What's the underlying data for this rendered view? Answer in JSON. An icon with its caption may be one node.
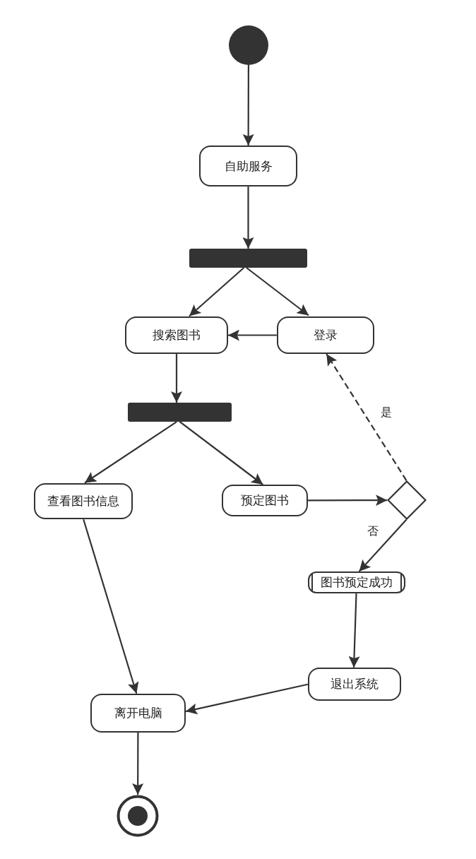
{
  "diagram": {
    "nodes": [
      {
        "text": [],
        "shape": "circle"
      },
      {
        "text": [
          "自助服务"
        ]
      },
      {
        "text": [],
        "shape": "bar"
      },
      {
        "text": [
          "搜索图书"
        ]
      },
      {
        "text": [
          "登录"
        ]
      },
      {
        "text": [],
        "shape": "bar"
      },
      {
        "text": [
          "查看图书信息"
        ]
      },
      {
        "text": [
          "预定图书"
        ]
      },
      {
        "text": [],
        "shape": "diamond"
      },
      {
        "text": [
          "图书预定成功"
        ]
      },
      {
        "text": [
          "退出系统"
        ]
      },
      {
        "text": [
          "离开电脑"
        ]
      },
      {
        "text": [],
        "shape": "circle"
      }
    ],
    "edges": [
      {
        "from": 0,
        "to": 1,
        "arrow": "to"
      },
      {
        "from": 1,
        "to": 2,
        "arrow": "to"
      },
      {
        "from": 2,
        "to": 3,
        "arrow": "to"
      },
      {
        "from": 2,
        "to": 4,
        "arrow": "to"
      },
      {
        "from": 4,
        "to": 3,
        "arrow": "to"
      },
      {
        "from": 3,
        "to": 5,
        "arrow": "to"
      },
      {
        "from": 5,
        "to": 6,
        "arrow": "to"
      },
      {
        "from": 5,
        "to": 7,
        "arrow": "to"
      },
      {
        "from": 7,
        "to": 8,
        "arrow": "to"
      },
      {
        "from": 8,
        "to": 4,
        "arrow": "to",
        "label": "是",
        "style": "dashed"
      },
      {
        "from": 8,
        "to": 9,
        "arrow": "to",
        "label": "否"
      },
      {
        "from": 9,
        "to": 10,
        "arrow": "to"
      },
      {
        "from": 10,
        "to": 11,
        "arrow": "to"
      },
      {
        "from": 6,
        "to": 11,
        "arrow": "to"
      },
      {
        "from": 11,
        "to": 12,
        "arrow": "to"
      }
    ]
  }
}
